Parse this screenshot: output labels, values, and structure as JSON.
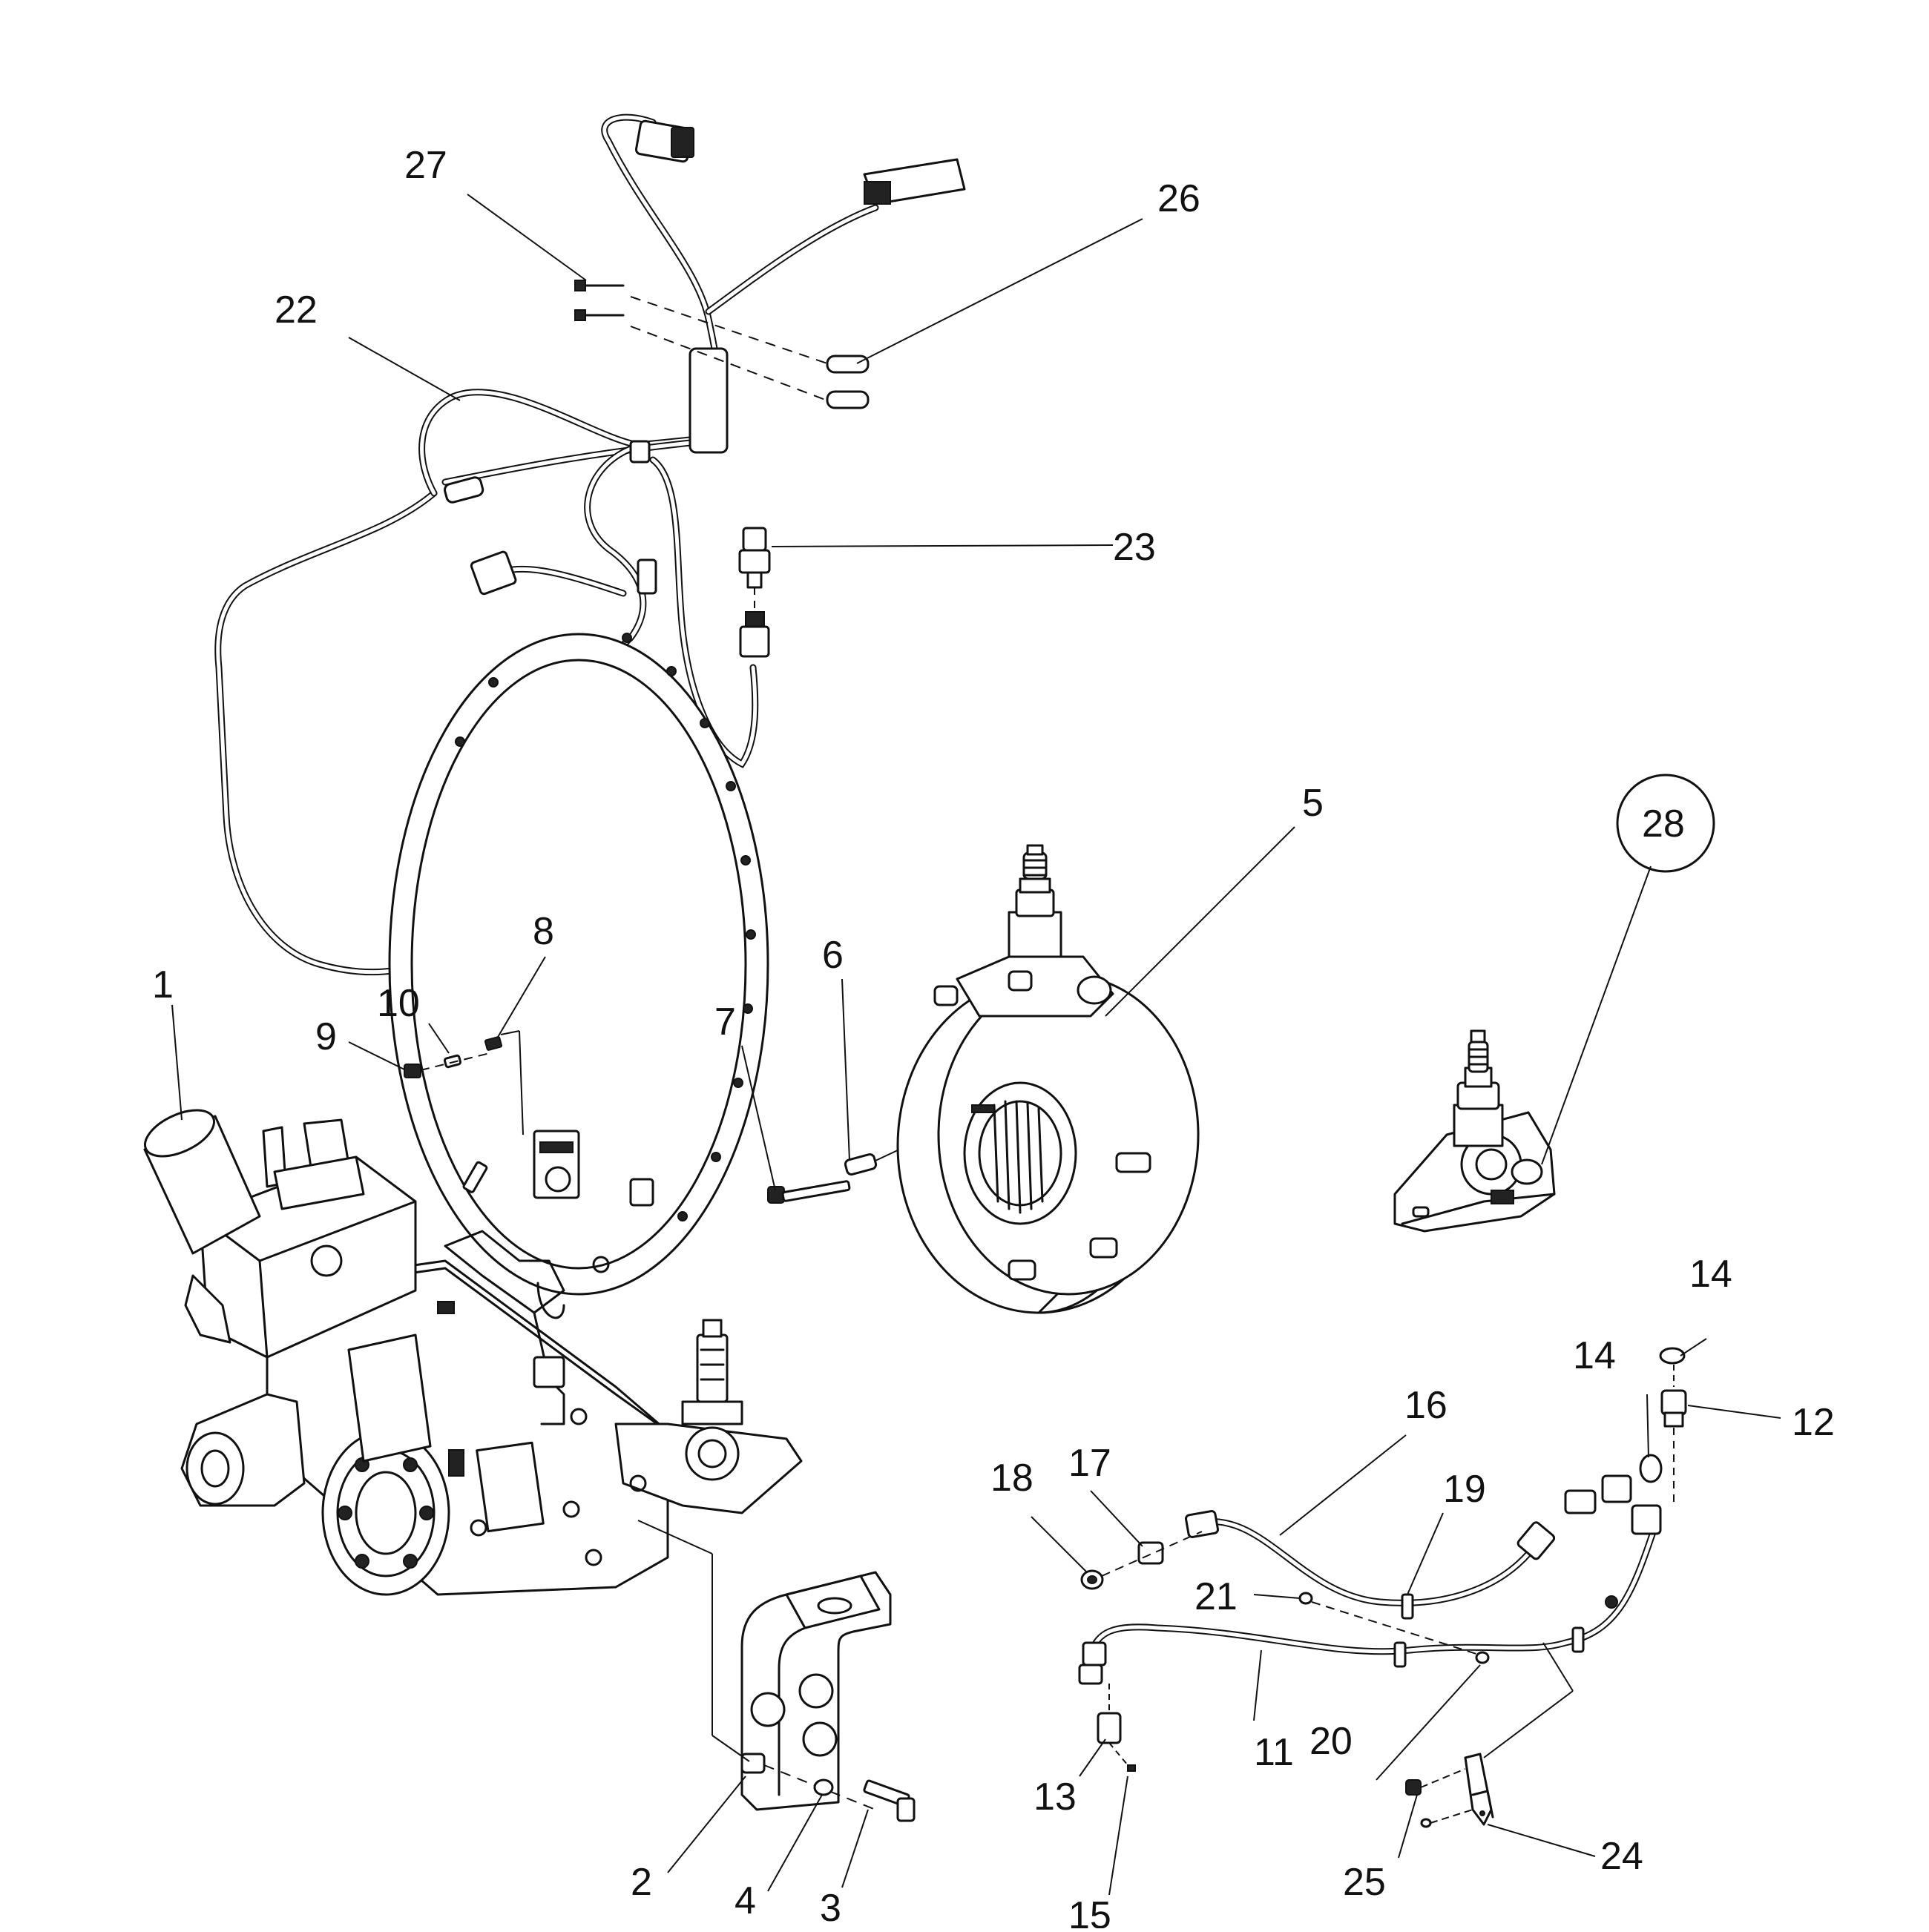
{
  "callouts": [
    {
      "id": "1",
      "label": "1"
    },
    {
      "id": "2",
      "label": "2"
    },
    {
      "id": "3",
      "label": "3"
    },
    {
      "id": "4",
      "label": "4"
    },
    {
      "id": "5",
      "label": "5"
    },
    {
      "id": "6",
      "label": "6"
    },
    {
      "id": "7",
      "label": "7"
    },
    {
      "id": "8",
      "label": "8"
    },
    {
      "id": "9",
      "label": "9"
    },
    {
      "id": "10",
      "label": "10"
    },
    {
      "id": "11",
      "label": "11"
    },
    {
      "id": "12",
      "label": "12"
    },
    {
      "id": "13",
      "label": "13"
    },
    {
      "id": "14a",
      "label": "14"
    },
    {
      "id": "14b",
      "label": "14"
    },
    {
      "id": "15",
      "label": "15"
    },
    {
      "id": "16",
      "label": "16"
    },
    {
      "id": "17",
      "label": "17"
    },
    {
      "id": "18",
      "label": "18"
    },
    {
      "id": "19",
      "label": "19"
    },
    {
      "id": "20",
      "label": "20"
    },
    {
      "id": "21",
      "label": "21"
    },
    {
      "id": "22",
      "label": "22"
    },
    {
      "id": "23",
      "label": "23"
    },
    {
      "id": "24",
      "label": "24"
    },
    {
      "id": "25",
      "label": "25"
    },
    {
      "id": "26",
      "label": "26"
    },
    {
      "id": "27",
      "label": "27"
    },
    {
      "id": "28",
      "label": "28"
    }
  ]
}
